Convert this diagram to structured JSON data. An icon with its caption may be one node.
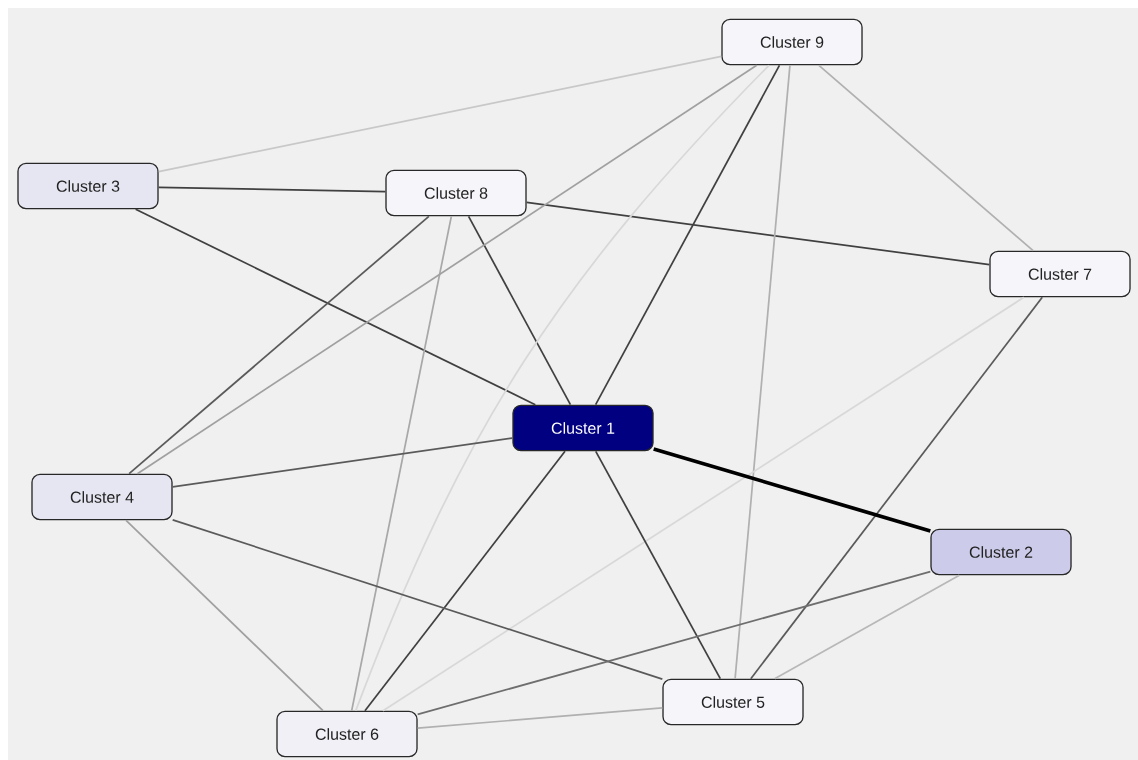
{
  "diagram": {
    "nodes": [
      {
        "text": [
          "Cluster 9"
        ]
      },
      {
        "text": [
          "Cluster 3"
        ]
      },
      {
        "text": [
          "Cluster 8"
        ]
      },
      {
        "text": [
          "Cluster 7"
        ]
      },
      {
        "text": [
          "Cluster 1"
        ]
      },
      {
        "text": [
          "Cluster 4"
        ]
      },
      {
        "text": [
          "Cluster 2"
        ]
      },
      {
        "text": [
          "Cluster 5"
        ]
      },
      {
        "text": [
          "Cluster 6"
        ]
      }
    ],
    "edges": [
      {
        "from": 1,
        "to": 0,
        "arrow": "none",
        "color": "#c8c8c8"
      },
      {
        "from": 1,
        "to": 2,
        "arrow": "none"
      },
      {
        "from": 1,
        "to": 4,
        "arrow": "none"
      },
      {
        "from": 2,
        "to": 3,
        "arrow": "none"
      },
      {
        "from": 2,
        "to": 4,
        "arrow": "none"
      },
      {
        "from": 2,
        "to": 5,
        "arrow": "none",
        "color": "#5a5a5a"
      },
      {
        "from": 2,
        "to": 8,
        "arrow": "none",
        "color": "#a8a8a8"
      },
      {
        "from": 0,
        "to": 5,
        "arrow": "none",
        "color": "#a0a0a0"
      },
      {
        "from": 0,
        "to": 4,
        "arrow": "none"
      },
      {
        "from": 0,
        "to": 8,
        "arrow": "none",
        "color": "#d8d8d8"
      },
      {
        "from": 0,
        "to": 7,
        "arrow": "none",
        "color": "#b0b0b0"
      },
      {
        "from": 0,
        "to": 3,
        "arrow": "none",
        "color": "#b0b0b0"
      },
      {
        "from": 3,
        "to": 7,
        "arrow": "none",
        "color": "#5a5a5a"
      },
      {
        "from": 3,
        "to": 8,
        "arrow": "none",
        "color": "#d8d8d8"
      },
      {
        "from": 4,
        "to": 5,
        "arrow": "none",
        "color": "#5a5a5a"
      },
      {
        "from": 4,
        "to": 6,
        "arrow": "none",
        "style": "thick",
        "color": "#000000"
      },
      {
        "from": 4,
        "to": 7,
        "arrow": "none"
      },
      {
        "from": 4,
        "to": 8,
        "arrow": "none"
      },
      {
        "from": 5,
        "to": 7,
        "arrow": "none",
        "color": "#5a5a5a"
      },
      {
        "from": 5,
        "to": 8,
        "arrow": "none",
        "color": "#a0a0a0"
      },
      {
        "from": 6,
        "to": 8,
        "arrow": "none",
        "color": "#6e6e6e"
      },
      {
        "from": 6,
        "to": 7,
        "arrow": "none",
        "color": "#b8b8b8"
      },
      {
        "from": 8,
        "to": 7,
        "arrow": "none",
        "color": "#b0b0b0"
      }
    ]
  }
}
